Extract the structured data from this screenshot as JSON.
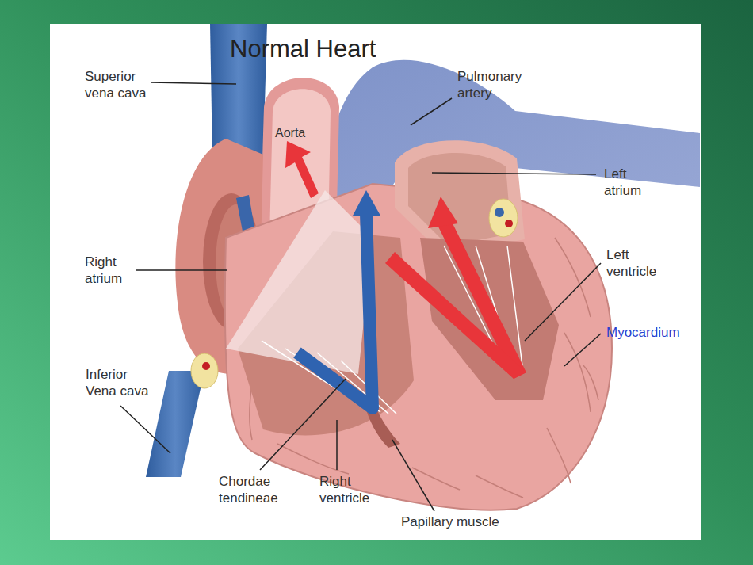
{
  "diagram": {
    "title": "Normal Heart",
    "labels": [
      "Superior vena cava",
      "Pulmonary artery",
      "Aorta",
      "Left atrium",
      "Right atrium",
      "Left ventricle",
      "Myocardium",
      "Inferior Vena cava",
      "Chordae tendineae",
      "Right ventricle",
      "Papillary muscle"
    ]
  }
}
